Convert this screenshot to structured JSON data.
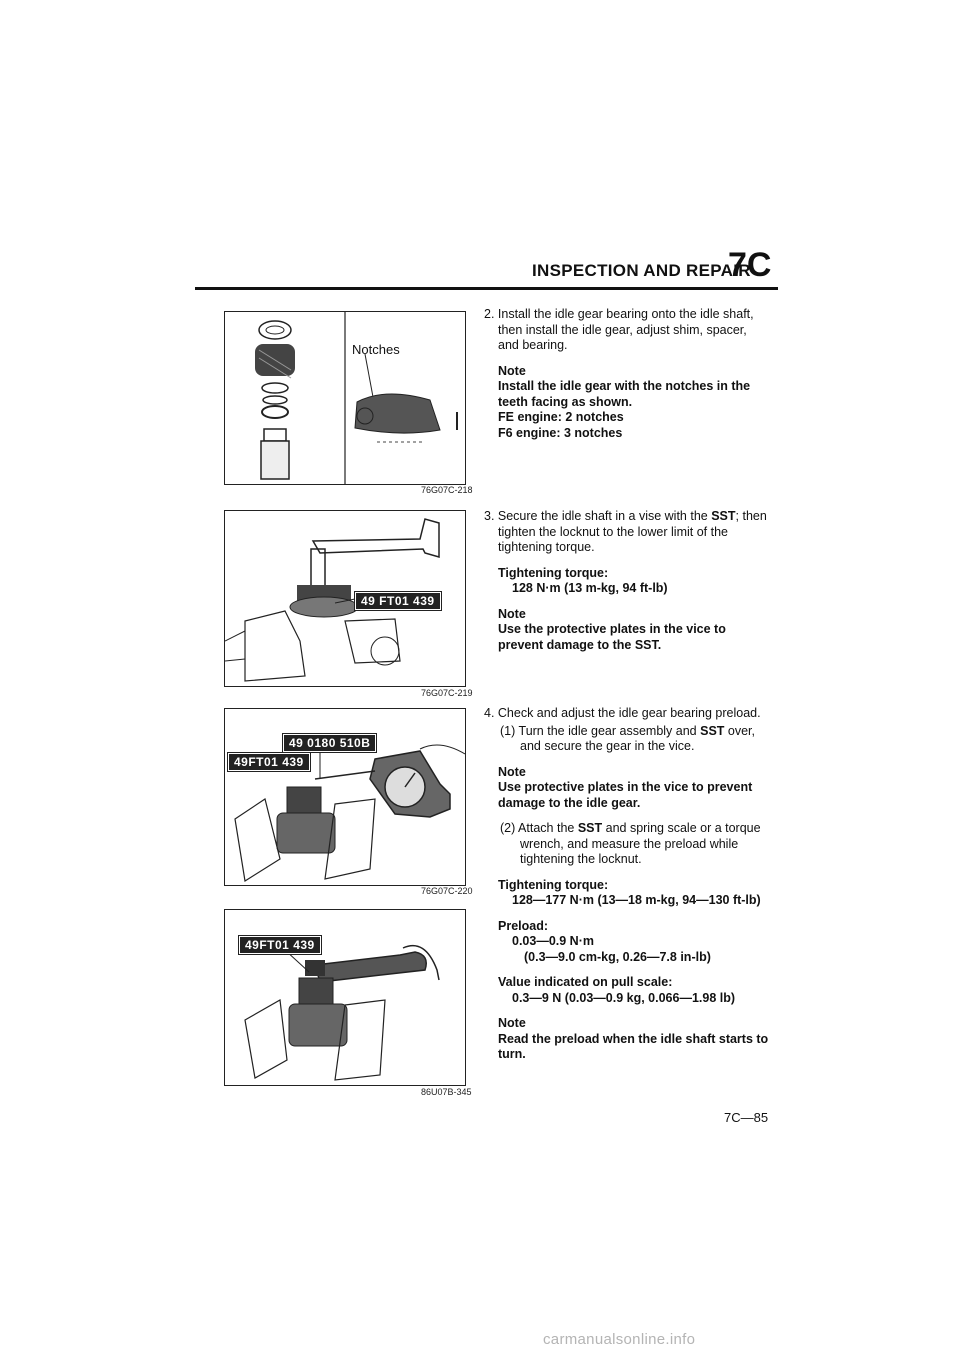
{
  "header": {
    "title": "INSPECTION AND REPAIR",
    "section": "7C"
  },
  "figures": [
    {
      "caption": "76G07C-218",
      "label": "Notches"
    },
    {
      "caption": "76G07C-219",
      "callout": "49 FT01 439"
    },
    {
      "caption": "76G07C-220",
      "callout_top": "49 0180 510B",
      "callout_left": "49FT01 439"
    },
    {
      "caption": "86U07B-345",
      "callout": "49FT01 439"
    }
  ],
  "step2": {
    "text": "2. Install the idle gear bearing onto the idle shaft, then install the idle gear, adjust shim, spacer, and bearing.",
    "note_label": "Note",
    "note_lines": [
      "Install the idle gear with the notches in the teeth facing as shown.",
      "FE engine: 2 notches",
      "F6 engine: 3 notches"
    ]
  },
  "step3": {
    "text_before": "3. Secure the idle shaft in a vise with the ",
    "sst": "SST",
    "text_after": "; then tighten the locknut to the lower limit of the tightening torque.",
    "torque_label": "Tightening torque:",
    "torque_value": "128 N·m (13 m-kg, 94 ft-lb)",
    "note_label": "Note",
    "note_body": "Use the protective plates in the vice to prevent damage to the SST."
  },
  "step4": {
    "text": "4. Check and adjust the idle gear bearing preload.",
    "sub1_before": "(1) Turn the idle gear assembly and ",
    "sub1_sst": "SST",
    "sub1_after": " over, and secure the gear in the vice.",
    "note1_label": "Note",
    "note1_body": "Use protective plates in the vice to prevent damage to the idle gear.",
    "sub2_before": "(2) Attach the ",
    "sub2_sst": "SST",
    "sub2_after": " and spring scale or a torque wrench, and measure the preload while tightening the locknut.",
    "torque_label": "Tightening torque:",
    "torque_value": "128—177 N·m (13—18 m-kg, 94—130 ft-lb)",
    "preload_label": "Preload:",
    "preload_value1": "0.03—0.9 N·m",
    "preload_value2": "(0.3—9.0 cm-kg, 0.26—7.8 in-lb)",
    "pull_label": "Value indicated on pull scale:",
    "pull_value": "0.3—9 N (0.03—0.9 kg, 0.066—1.98 lb)",
    "note2_label": "Note",
    "note2_body": "Read the preload when the idle shaft starts to turn."
  },
  "page_number": "7C—85",
  "watermark": "carmanualsonline.info"
}
